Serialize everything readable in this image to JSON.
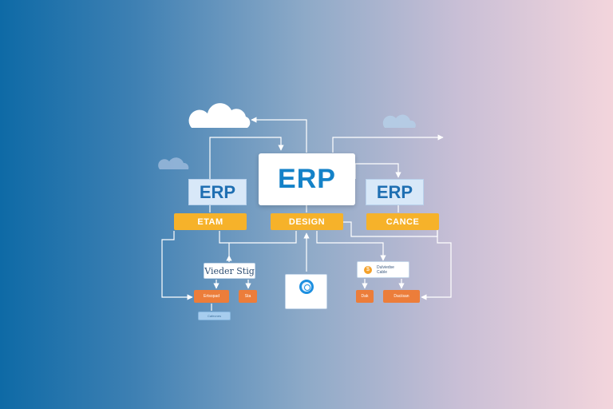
{
  "diagram": {
    "main_title": "ERP",
    "left_module": {
      "title": "ERP",
      "tag": "ETAM"
    },
    "center_module": {
      "tag": "DESIGN"
    },
    "right_module": {
      "title": "ERP",
      "tag": "CANCE"
    },
    "left_card": {
      "label": "Vieder Stig"
    },
    "center_card": {
      "icon": "sync-icon",
      "caption": ""
    },
    "right_card": {
      "icon": "coin-icon",
      "coin_glyph": "$",
      "line1": "Dulviedse",
      "line2": "Cable"
    },
    "chips": [
      {
        "label": "Ertsopad"
      },
      {
        "label": "Sta"
      },
      {
        "label": "Dak"
      },
      {
        "label": "Daciisan"
      }
    ],
    "pill_label": "Cafecnes",
    "clouds": [
      "cloud-icon",
      "cloud-icon",
      "cloud-icon"
    ],
    "colors": {
      "primary_blue": "#1482c8",
      "accent_orange": "#f6b22a",
      "chip_orange": "#ec7d3a",
      "module_fill": "#d8e8f8"
    }
  }
}
